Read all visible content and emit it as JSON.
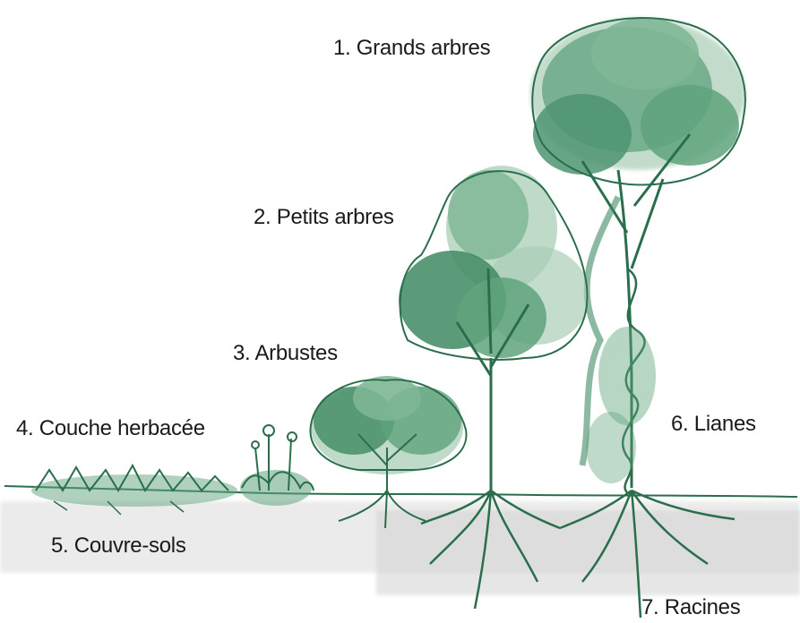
{
  "labels": {
    "grands_arbres": "1. Grands arbres",
    "petits_arbres": "2. Petits arbres",
    "arbustes": "3. Arbustes",
    "couche_herbacee": "4. Couche herbacée",
    "couvre_sols": "5. Couvre-sols",
    "lianes": "6. Lianes",
    "racines": "7. Racines"
  },
  "colors": {
    "foliage_dark": "#3f8a62",
    "foliage_mid": "#5fa37d",
    "foliage_light": "#a9cdb6",
    "line": "#2a6e4c",
    "soil": "#d9d9d9"
  }
}
